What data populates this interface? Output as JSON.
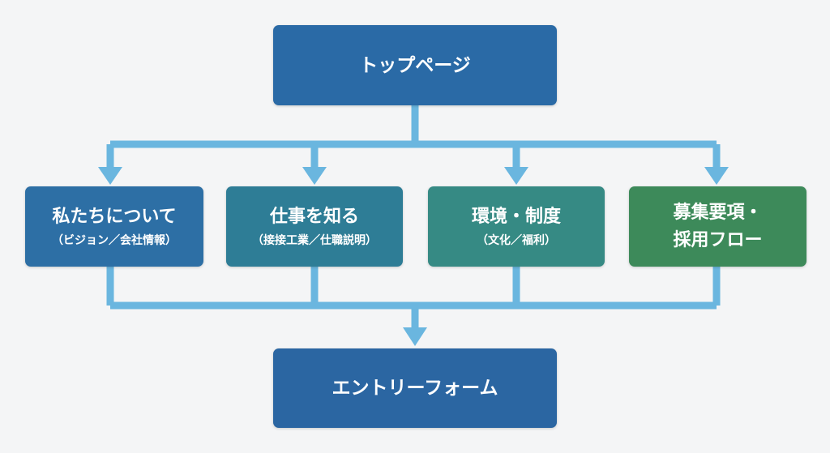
{
  "colors": {
    "background": "#f4f5f6",
    "connector": "#6ab6df",
    "top": "#2a6aa6",
    "entry": "#2b66a2",
    "about": "#2d6fa5",
    "work": "#2e7d96",
    "environment": "#368a84",
    "recruit": "#3d8a5a",
    "text": "#ffffff"
  },
  "nodes": {
    "top": {
      "label": "トップページ"
    },
    "about": {
      "label": "私たちについて",
      "sub": "（ビジョン／会社情報）"
    },
    "work": {
      "label": "仕事を知る",
      "sub": "（接接工業／仕職説明）"
    },
    "environment": {
      "label": "環境・制度",
      "sub": "（文化／福利）"
    },
    "recruit": {
      "line1": "募集要項・",
      "line2": "採用フロー"
    },
    "entry": {
      "label": "エントリーフォーム"
    }
  }
}
